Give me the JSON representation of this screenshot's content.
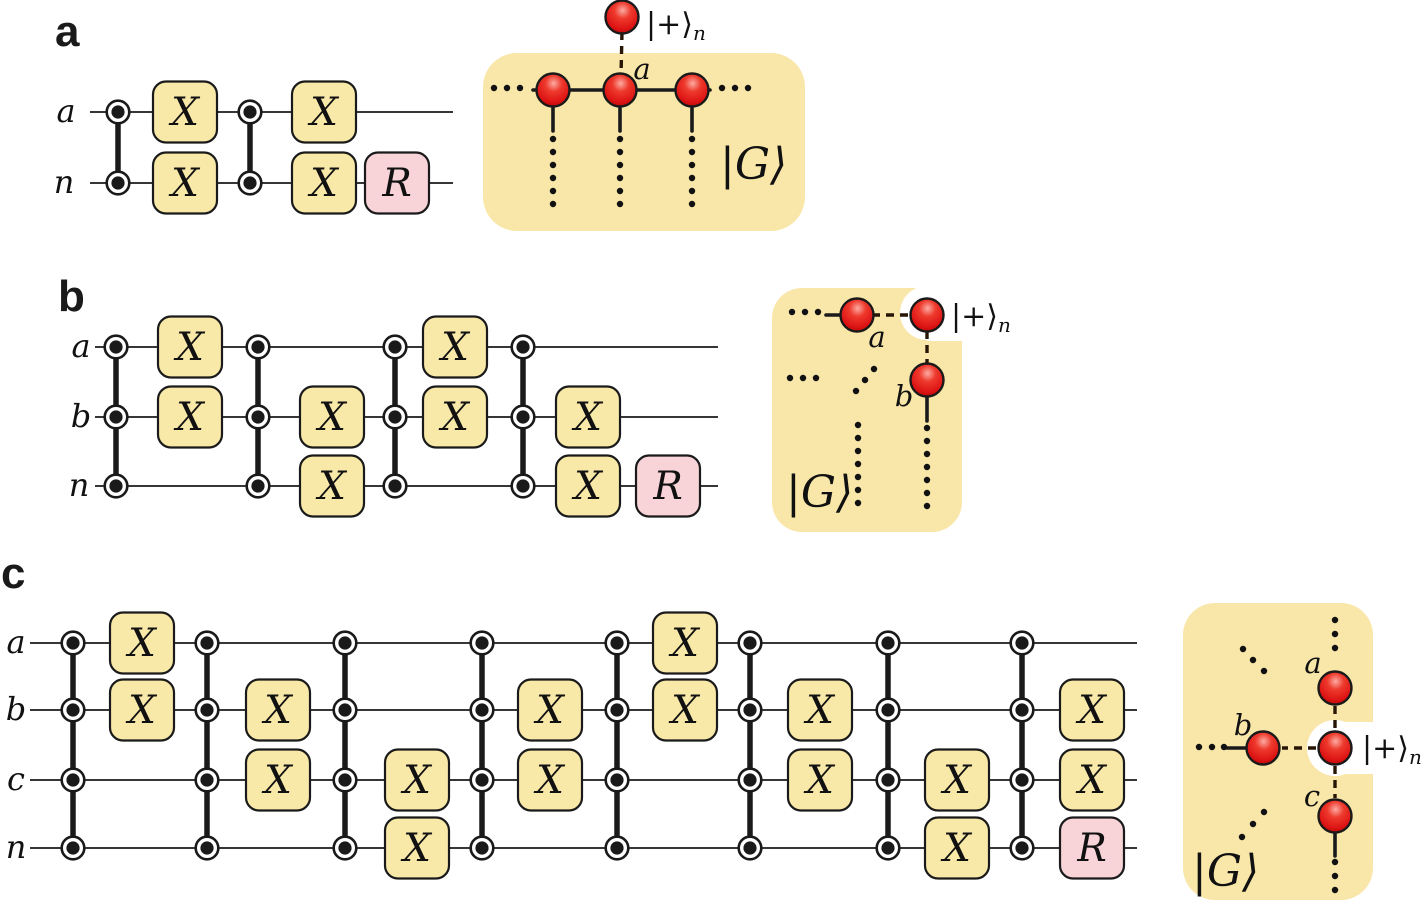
{
  "figure_type": "quantum-circuit and graph-state figure",
  "colors": {
    "background": "#ffffff",
    "gate_fill": "#F9E9A9",
    "r_gate_fill": "#F8D3D8",
    "gate_stroke": "#1a1a1a",
    "blob_fill": "#F9E7A9",
    "node_fill": "#E01E1E",
    "wire_color": "#1a1a1a"
  },
  "panels": [
    {
      "id": "a",
      "letter": "a",
      "wires": [
        "a",
        "n"
      ],
      "columns": [
        {
          "kind": "cz",
          "wires": [
            0,
            1
          ]
        },
        {
          "kind": "gates",
          "items": [
            {
              "wire": 0,
              "g": "X"
            },
            {
              "wire": 1,
              "g": "X"
            }
          ]
        },
        {
          "kind": "cz",
          "wires": [
            0,
            1
          ]
        },
        {
          "kind": "gates",
          "items": [
            {
              "wire": 0,
              "g": "X"
            },
            {
              "wire": 1,
              "g": "X"
            }
          ]
        },
        {
          "kind": "gates",
          "items": [
            {
              "wire": 1,
              "g": "R"
            }
          ]
        }
      ],
      "graph": {
        "labels": {
          "anchor_a": "a",
          "plus": "|+⟩",
          "plus_sub": "n",
          "g_state": "|G⟩"
        }
      }
    },
    {
      "id": "b",
      "letter": "b",
      "wires": [
        "a",
        "b",
        "n"
      ],
      "columns": [
        {
          "kind": "cz",
          "wires": [
            0,
            1,
            2
          ]
        },
        {
          "kind": "gates",
          "items": [
            {
              "wire": 0,
              "g": "X"
            },
            {
              "wire": 1,
              "g": "X"
            }
          ]
        },
        {
          "kind": "cz",
          "wires": [
            0,
            1,
            2
          ]
        },
        {
          "kind": "gates",
          "items": [
            {
              "wire": 1,
              "g": "X"
            },
            {
              "wire": 2,
              "g": "X"
            }
          ]
        },
        {
          "kind": "cz",
          "wires": [
            0,
            1,
            2
          ]
        },
        {
          "kind": "gates",
          "items": [
            {
              "wire": 0,
              "g": "X"
            },
            {
              "wire": 1,
              "g": "X"
            }
          ]
        },
        {
          "kind": "cz",
          "wires": [
            0,
            1,
            2
          ]
        },
        {
          "kind": "gates",
          "items": [
            {
              "wire": 1,
              "g": "X"
            },
            {
              "wire": 2,
              "g": "X"
            }
          ]
        },
        {
          "kind": "gates",
          "items": [
            {
              "wire": 2,
              "g": "R"
            }
          ]
        }
      ],
      "graph": {
        "labels": {
          "anchor_a": "a",
          "anchor_b": "b",
          "plus": "|+⟩",
          "plus_sub": "n",
          "g_state": "|G⟩"
        }
      }
    },
    {
      "id": "c",
      "letter": "c",
      "wires": [
        "a",
        "b",
        "c",
        "n"
      ],
      "columns": [
        {
          "kind": "cz",
          "wires": [
            0,
            1,
            2,
            3
          ]
        },
        {
          "kind": "gates",
          "items": [
            {
              "wire": 0,
              "g": "X"
            },
            {
              "wire": 1,
              "g": "X"
            }
          ]
        },
        {
          "kind": "cz",
          "wires": [
            0,
            1,
            2,
            3
          ]
        },
        {
          "kind": "gates",
          "items": [
            {
              "wire": 1,
              "g": "X"
            },
            {
              "wire": 2,
              "g": "X"
            }
          ]
        },
        {
          "kind": "cz",
          "wires": [
            0,
            1,
            2,
            3
          ]
        },
        {
          "kind": "gates",
          "items": [
            {
              "wire": 2,
              "g": "X"
            },
            {
              "wire": 3,
              "g": "X"
            }
          ]
        },
        {
          "kind": "cz",
          "wires": [
            0,
            1,
            2,
            3
          ]
        },
        {
          "kind": "gates",
          "items": [
            {
              "wire": 1,
              "g": "X"
            },
            {
              "wire": 2,
              "g": "X"
            }
          ]
        },
        {
          "kind": "cz",
          "wires": [
            0,
            1,
            2,
            3
          ]
        },
        {
          "kind": "gates",
          "items": [
            {
              "wire": 0,
              "g": "X"
            },
            {
              "wire": 1,
              "g": "X"
            }
          ]
        },
        {
          "kind": "cz",
          "wires": [
            0,
            1,
            2,
            3
          ]
        },
        {
          "kind": "gates",
          "items": [
            {
              "wire": 1,
              "g": "X"
            },
            {
              "wire": 2,
              "g": "X"
            }
          ]
        },
        {
          "kind": "cz",
          "wires": [
            0,
            1,
            2,
            3
          ]
        },
        {
          "kind": "gates",
          "items": [
            {
              "wire": 2,
              "g": "X"
            },
            {
              "wire": 3,
              "g": "X"
            }
          ]
        },
        {
          "kind": "cz",
          "wires": [
            0,
            1,
            2,
            3
          ]
        },
        {
          "kind": "gates",
          "items": [
            {
              "wire": 1,
              "g": "X"
            },
            {
              "wire": 2,
              "g": "X"
            },
            {
              "wire": 3,
              "g": "R"
            }
          ]
        }
      ],
      "graph": {
        "labels": {
          "anchor_a": "a",
          "anchor_b": "b",
          "anchor_c": "c",
          "plus": "|+⟩",
          "plus_sub": "n",
          "g_state": "|G⟩"
        }
      }
    }
  ]
}
